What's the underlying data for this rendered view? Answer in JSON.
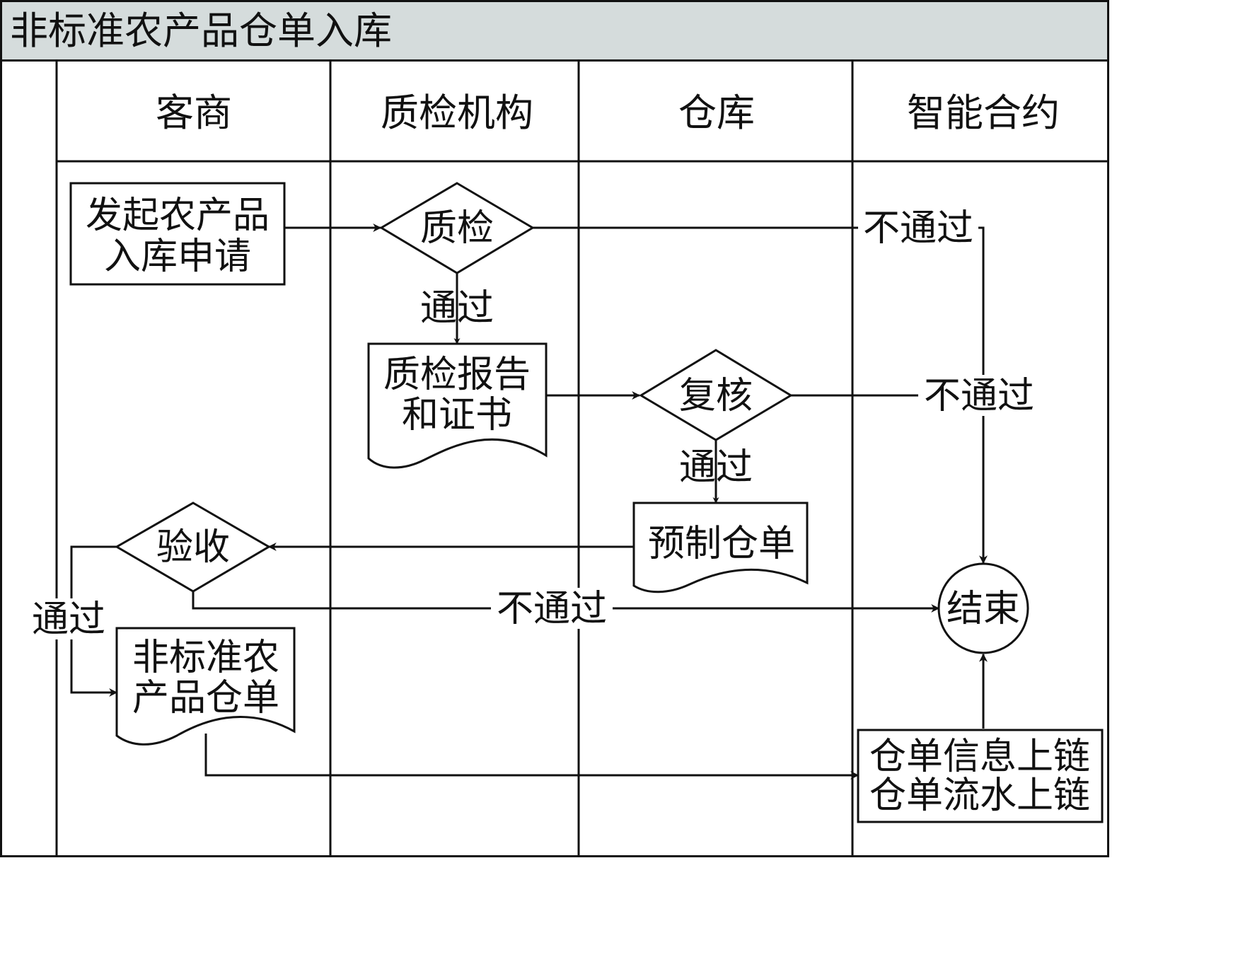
{
  "diagram": {
    "title": "非标准农产品仓单入库",
    "lanes": [
      "客商",
      "质检机构",
      "仓库",
      "智能合约"
    ],
    "nodes": {
      "apply": [
        "发起农产品",
        "入库申请"
      ],
      "qc": "质检",
      "report": [
        "质检报告",
        "和证书"
      ],
      "recheck": "复核",
      "prewarrant": "预制仓单",
      "accept": "验收",
      "warrant": [
        "非标准农",
        "产品仓单"
      ],
      "onchain": [
        "仓单信息上链",
        "仓单流水上链"
      ],
      "end": "结束"
    },
    "edge_labels": {
      "qc_pass": "通过",
      "qc_fail": "不通过",
      "recheck_pass": "通过",
      "recheck_fail": "不通过",
      "accept_pass": "通过",
      "accept_fail": "不通过"
    },
    "colors": {
      "title_bar": "#d5dcdc",
      "line": "#111111",
      "background": "#ffffff"
    }
  }
}
